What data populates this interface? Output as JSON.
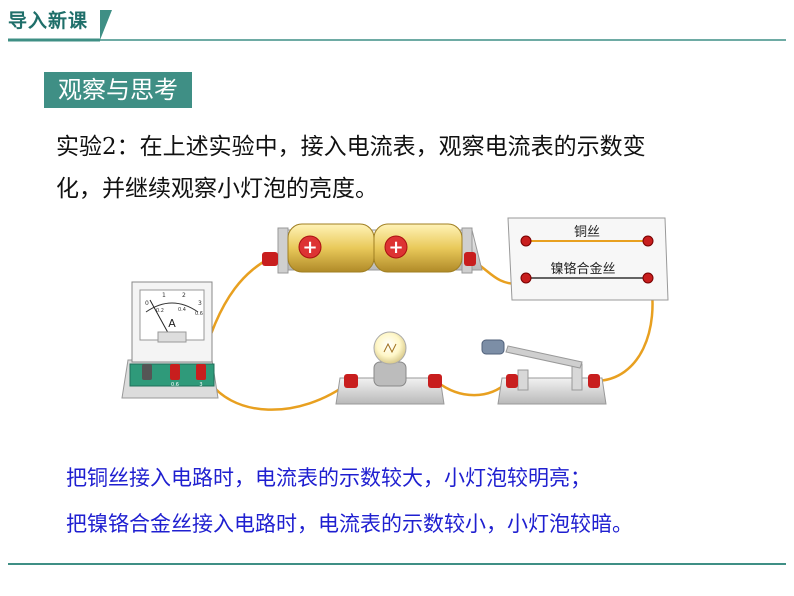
{
  "header": {
    "title": "导入新课"
  },
  "section": {
    "tag": "观察与思考"
  },
  "experiment": {
    "line1": "实验2：在上述实验中，接入电流表，观察电流表的示数变",
    "line2": "化，并继续观察小灯泡的亮度。"
  },
  "circuit": {
    "copper_label": "铜丝",
    "nichrome_label": "镍铬合金丝",
    "ammeter_unit": "A",
    "ammeter_top_scale": [
      "0",
      "1",
      "2",
      "3"
    ],
    "ammeter_bottom_scale": [
      "0.2",
      "0.4",
      "0.6"
    ],
    "ammeter_terminals": [
      "0.6",
      "3"
    ]
  },
  "results": {
    "line1": "把铜丝接入电路时，电流表的示数较大，小灯泡较明亮；",
    "line2": "把镍铬合金丝接入电路时，电流表的示数较小，小灯泡较暗。"
  },
  "colors": {
    "accent": "#3f8f85",
    "result_text": "#1f1fd0",
    "wire": "#e8a020"
  }
}
